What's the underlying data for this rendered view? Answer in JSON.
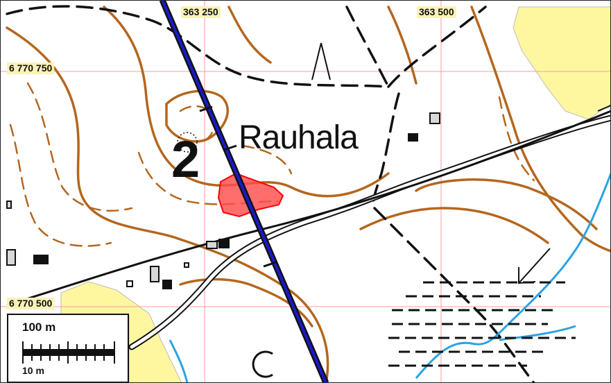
{
  "map": {
    "grid_labels_x": [
      "363 250",
      "363 500"
    ],
    "grid_labels_y": [
      "6 770 750",
      "6 770 500"
    ],
    "place_name": "Rauhala",
    "marker_number": "2",
    "scale_major": "100 m",
    "scale_minor": "10 m"
  },
  "colors": {
    "contour": "#b4661e",
    "field": "#fff7a0",
    "water": "#29a3e3",
    "power_line": "#1a1acc",
    "highlight_area": "#ff4d4d",
    "grid": "#ff9a9a"
  }
}
